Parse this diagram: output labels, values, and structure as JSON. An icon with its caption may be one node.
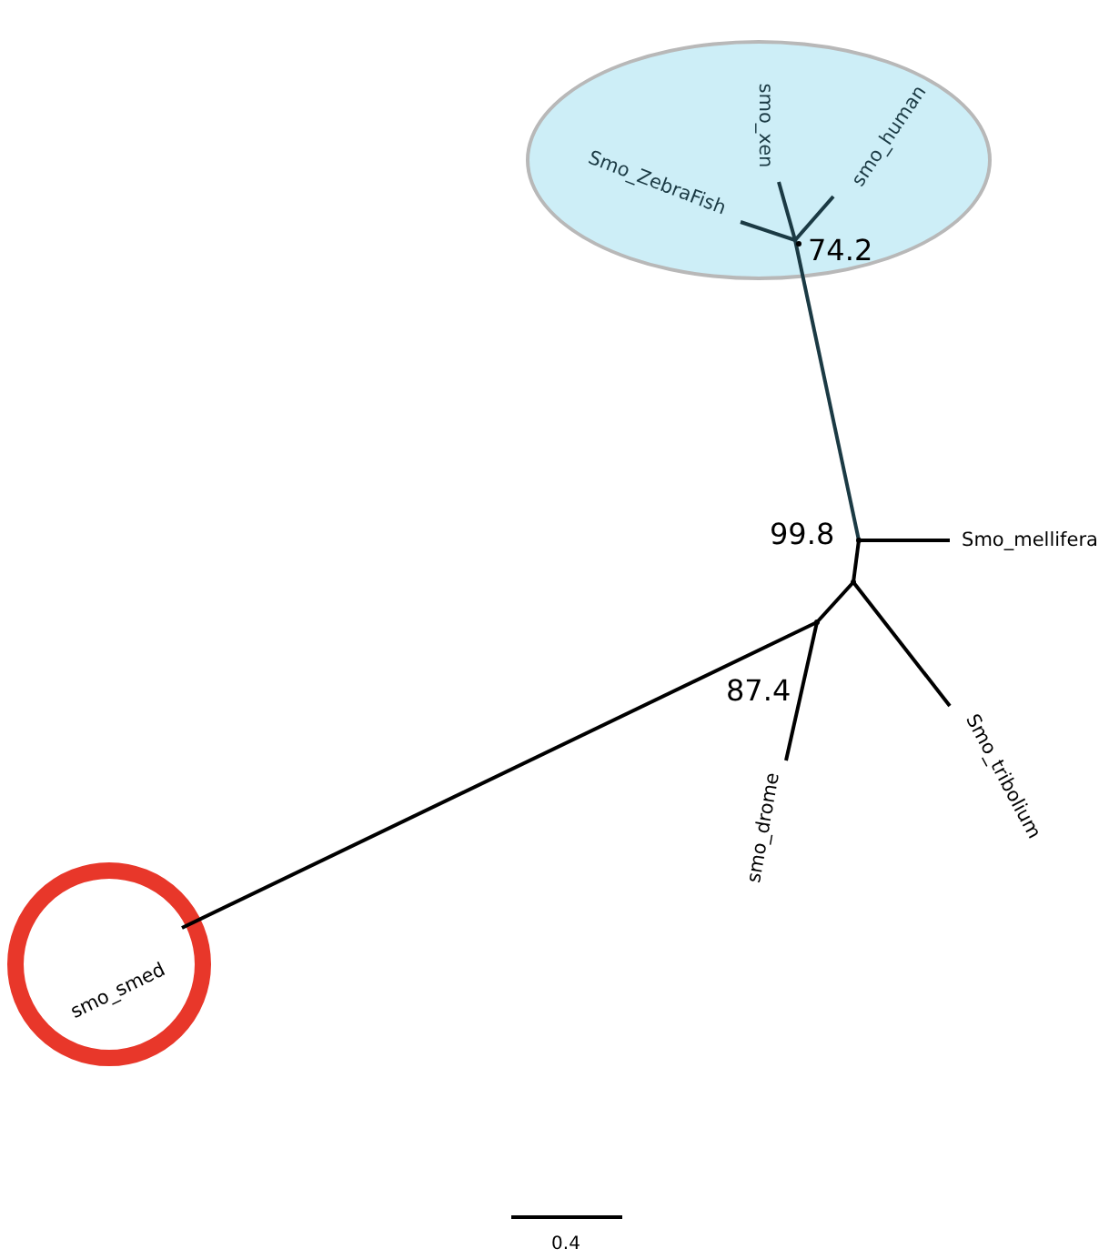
{
  "diagram": {
    "nodes": [
      {
        "text": [],
        "shape": "ellipse"
      },
      {
        "text": [
          "Smo_ZebraFish"
        ],
        "in": 0
      },
      {
        "text": [
          "smo_xen"
        ],
        "in": 0
      },
      {
        "text": [
          "smo_human"
        ],
        "in": 0
      },
      {
        "text": [],
        "shape": "point",
        "beside": [
          "74.2"
        ],
        "in": 0
      },
      {
        "text": [],
        "shape": "point",
        "beside": [
          "99.8"
        ]
      },
      {
        "text": [
          "Smo_mellifera"
        ]
      },
      {
        "text": [],
        "shape": "point"
      },
      {
        "text": [],
        "shape": "point",
        "beside": [
          "87.4"
        ]
      },
      {
        "text": [
          "smo_drome"
        ]
      },
      {
        "text": [
          "Smo_tribolium"
        ]
      },
      {
        "text": [],
        "shape": "circle"
      },
      {
        "text": [
          "smo_smed"
        ],
        "in": 11
      }
    ],
    "edges": [
      {
        "from": 4,
        "to": 1,
        "arrow": "none"
      },
      {
        "from": 4,
        "to": 2,
        "arrow": "none"
      },
      {
        "from": 4,
        "to": 3,
        "arrow": "none"
      },
      {
        "from": 4,
        "to": 5,
        "arrow": "none"
      },
      {
        "from": 5,
        "to": 6,
        "arrow": "none"
      },
      {
        "from": 5,
        "to": 7,
        "arrow": "none"
      },
      {
        "from": 7,
        "to": 8,
        "arrow": "none"
      },
      {
        "from": 7,
        "to": 10,
        "arrow": "none"
      },
      {
        "from": 8,
        "to": 9,
        "arrow": "none"
      },
      {
        "from": 8,
        "to": 12,
        "arrow": "none"
      }
    ],
    "labels": [
      "0.4"
    ]
  }
}
